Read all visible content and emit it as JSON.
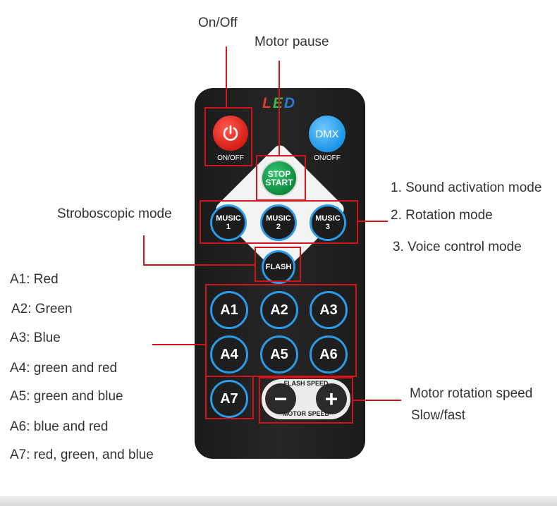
{
  "callouts": {
    "on_off": "On/Off",
    "motor_pause": "Motor pause",
    "stroboscopic": "Stroboscopic mode",
    "music_modes": [
      "1. Sound activation mode",
      "2. Rotation mode",
      "3. Voice control mode"
    ],
    "colors": [
      "A1: Red",
      "A2: Green",
      "A3: Blue",
      "A4: green and red",
      "A5: green and blue",
      "A6: blue and red",
      "A7: red, green, and blue"
    ],
    "motor_speed_title": "Motor rotation speed",
    "motor_speed_sub": "Slow/fast"
  },
  "remote": {
    "brand": [
      "L",
      "E",
      "D"
    ],
    "power_caption": "ON/OFF",
    "dmx_label": "DMX",
    "dmx_caption": "ON/OFF",
    "stop_label": "STOP START",
    "music": [
      {
        "label": "MUSIC",
        "num": "1"
      },
      {
        "label": "MUSIC",
        "num": "2"
      },
      {
        "label": "MUSIC",
        "num": "3"
      }
    ],
    "flash_label": "FLASH",
    "a_buttons": [
      "A1",
      "A2",
      "A3",
      "A4",
      "A5",
      "A6",
      "A7"
    ],
    "flash_speed": "FLASH SPEED",
    "motor_speed": "MOTOR SPEED",
    "minus": "−",
    "plus": "+"
  },
  "colors": {
    "callout_red": "#d0141a",
    "power_red": "#d51d15",
    "dmx_blue": "#1c95e6",
    "stop_green": "#0e8a3c",
    "ring_blue": "#2b9be8"
  }
}
